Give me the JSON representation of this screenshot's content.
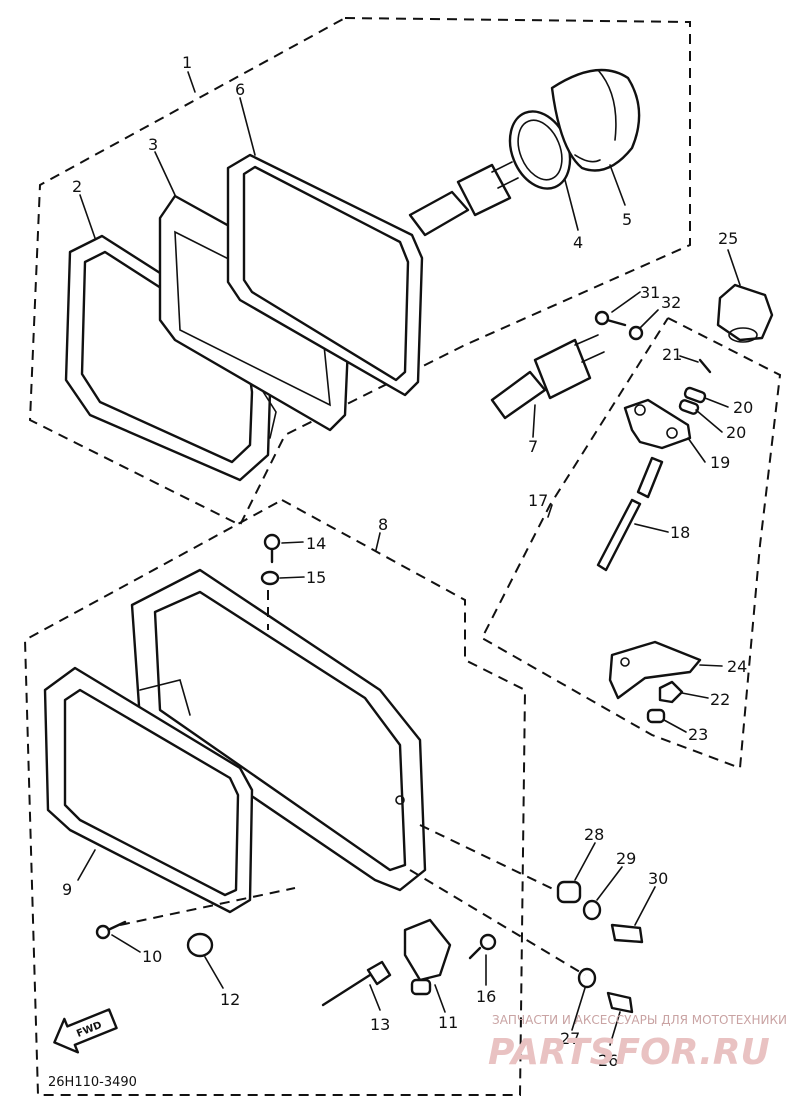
{
  "diagram": {
    "part_code": "26H110-3490",
    "fwd_label": "FWD",
    "labels": {
      "p1": "1",
      "p2": "2",
      "p3": "3",
      "p4": "4",
      "p5": "5",
      "p6": "6",
      "p7": "7",
      "p8": "8",
      "p9": "9",
      "p10": "10",
      "p11": "11",
      "p12": "12",
      "p13": "13",
      "p14": "14",
      "p15": "15",
      "p16": "16",
      "p17": "17",
      "p18": "18",
      "p19": "19",
      "p20a": "20",
      "p20b": "20",
      "p21": "21",
      "p22": "22",
      "p23": "23",
      "p24": "24",
      "p25": "25",
      "p26": "26",
      "p27": "27",
      "p28": "28",
      "p29": "29",
      "p30": "30",
      "p31": "31",
      "p32": "32"
    }
  },
  "watermark": {
    "caption": "ЗАПЧАСТИ И АКСЕССУАРЫ ДЛЯ МОТОТЕХНИКИ",
    "logo": "PARTSFOR.RU"
  }
}
